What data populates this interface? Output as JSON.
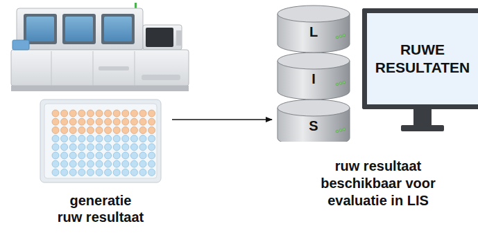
{
  "diagram": {
    "nodes": [
      {
        "text": [
          "generatie ruw resultaat"
        ]
      },
      {
        "text": [
          "L",
          "I",
          "S"
        ]
      },
      {
        "text": [
          "RUWE RESULTATEN"
        ]
      }
    ],
    "edges": [
      {
        "from": 0,
        "to": 1,
        "arrow": "to"
      }
    ],
    "labels": [
      "ruw resultaat beschikbaar voor evaluatie in LIS"
    ]
  }
}
